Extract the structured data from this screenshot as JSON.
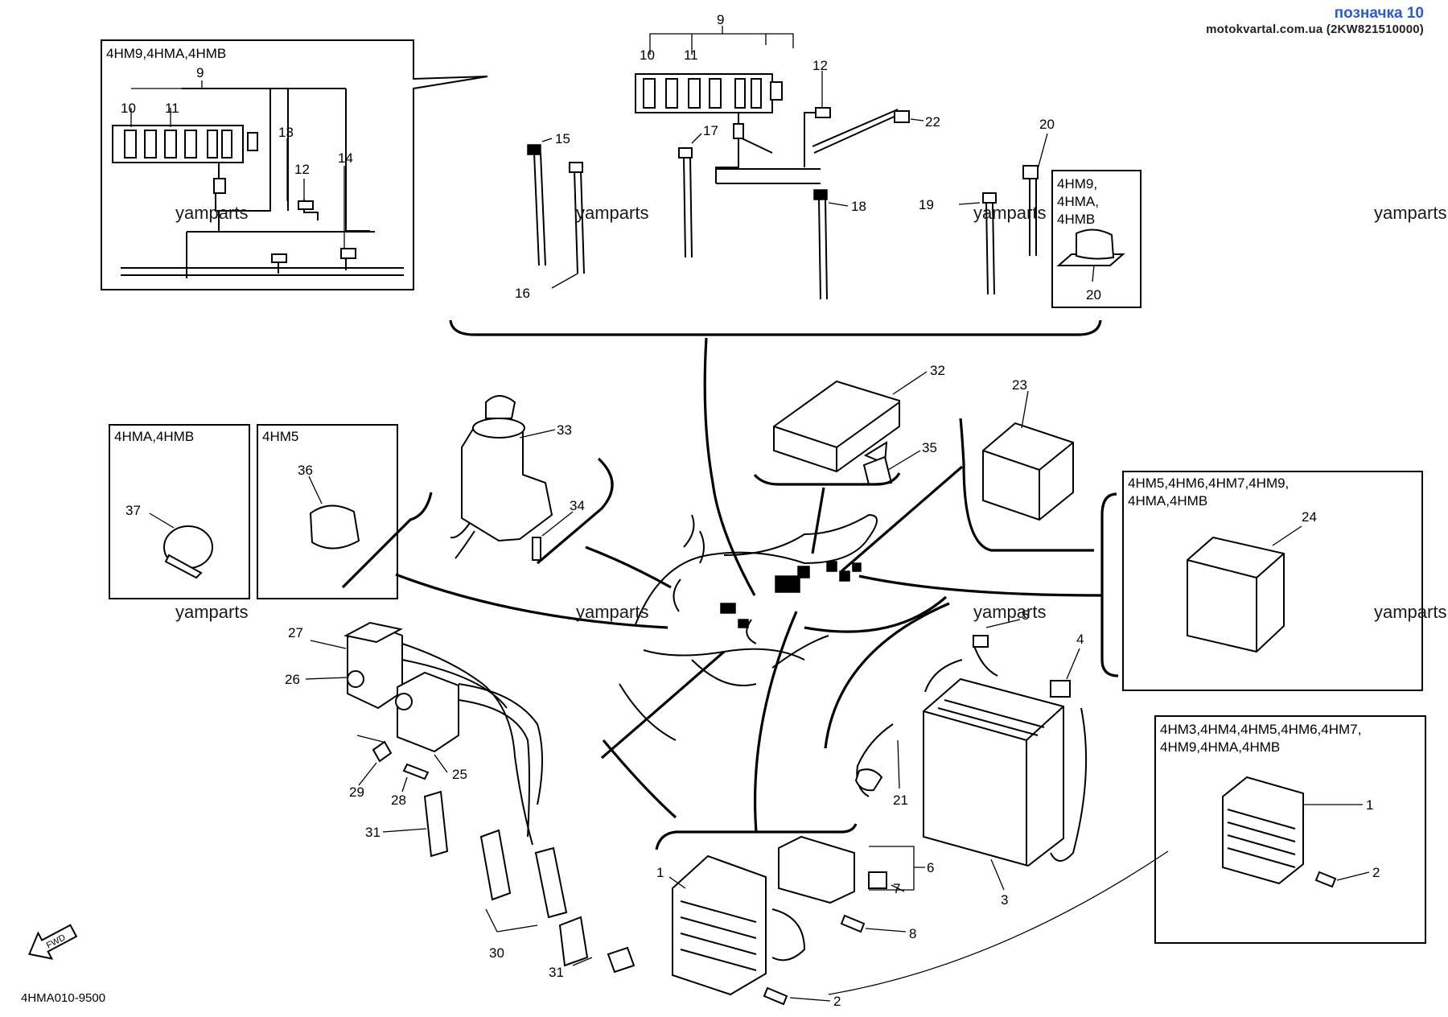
{
  "header": {
    "badge": "позначка 10",
    "source": "motokvartal.com.ua (2KW821510000)"
  },
  "diagram_code": "4HMA010-9500",
  "watermark": "yamparts",
  "fwd_arrow": "FWD",
  "boxes": {
    "top_left": "4HM9,4HMA,4HMB",
    "small_20": [
      "4HM9,",
      "4HMA,",
      "4HMB"
    ],
    "left_37": "4HMA,4HMB",
    "left_36": "4HM5",
    "right_24": [
      "4HM5,4HM6,4HM7,4HM9,",
      "4HMA,4HMB"
    ],
    "right_1": [
      "4HM3,4HM4,4HM5,4HM6,4HM7,",
      "4HM9,4HMA,4HMB"
    ]
  },
  "callouts": {
    "c1a": "1",
    "c1b": "1",
    "c2a": "2",
    "c2b": "2",
    "c3": "3",
    "c4": "4",
    "c5": "5",
    "c6": "6",
    "c7": "7",
    "c8": "8",
    "c9a": "9",
    "c9b": "9",
    "c10a": "10",
    "c10b": "10",
    "c11a": "11",
    "c11b": "11",
    "c12a": "12",
    "c12b": "12",
    "c13": "13",
    "c14": "14",
    "c15": "15",
    "c16": "16",
    "c17": "17",
    "c18": "18",
    "c19": "19",
    "c20a": "20",
    "c20b": "20",
    "c21": "21",
    "c22": "22",
    "c23": "23",
    "c24": "24",
    "c25": "25",
    "c26": "26",
    "c27": "27",
    "c28": "28",
    "c29": "29",
    "c30": "30",
    "c31a": "31",
    "c31b": "31",
    "c32": "32",
    "c33": "33",
    "c34": "34",
    "c35": "35",
    "c36": "36",
    "c37": "37"
  }
}
